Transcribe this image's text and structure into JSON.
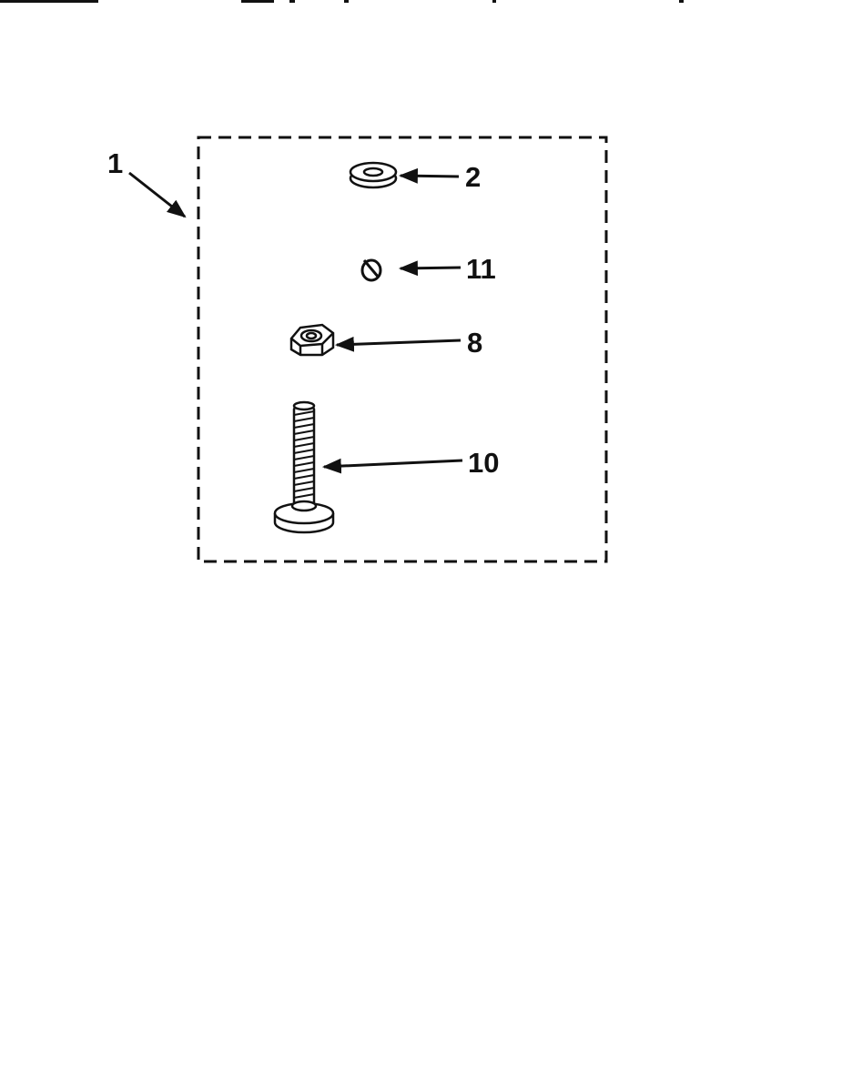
{
  "diagram": {
    "type": "parts-exploded-view",
    "line_color": "#111111",
    "fill_color": "#ffffff",
    "kit": {
      "callout": "1",
      "border_style": "dashed"
    },
    "parts": [
      {
        "callout": "2",
        "icon": "flat-washer-icon"
      },
      {
        "callout": "11",
        "icon": "lock-washer-icon"
      },
      {
        "callout": "8",
        "icon": "hex-nut-icon"
      },
      {
        "callout": "10",
        "icon": "leveling-bolt-icon"
      }
    ]
  }
}
